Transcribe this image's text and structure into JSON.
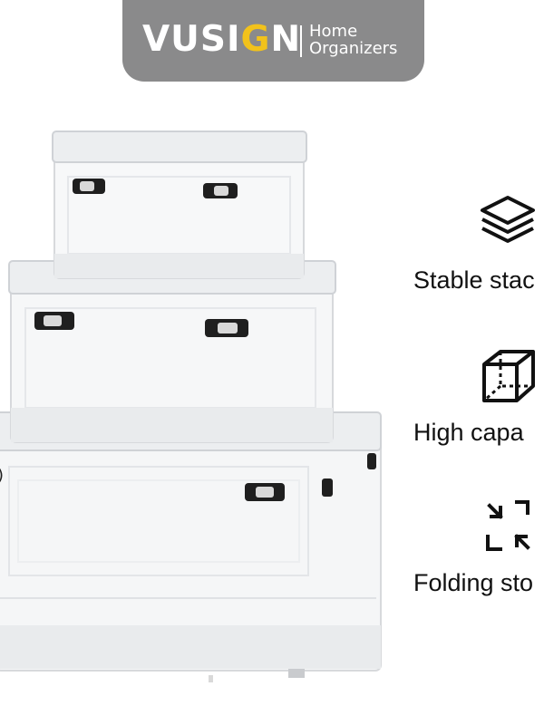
{
  "brand": {
    "logo_text_left": "VUSI",
    "logo_text_accent": "G",
    "logo_text_right": "N",
    "tagline_line1": "Home",
    "tagline_line2": "Organizers",
    "banner_color": "#8a8a8b",
    "accent_color": "#f2c21b"
  },
  "product": {
    "icon": "stacked-storage-boxes"
  },
  "features": [
    {
      "icon": "layers-icon",
      "label": "Stable stac"
    },
    {
      "icon": "cube-icon",
      "label": "High capa"
    },
    {
      "icon": "collapse-arrows-icon",
      "label": "Folding sto"
    }
  ]
}
